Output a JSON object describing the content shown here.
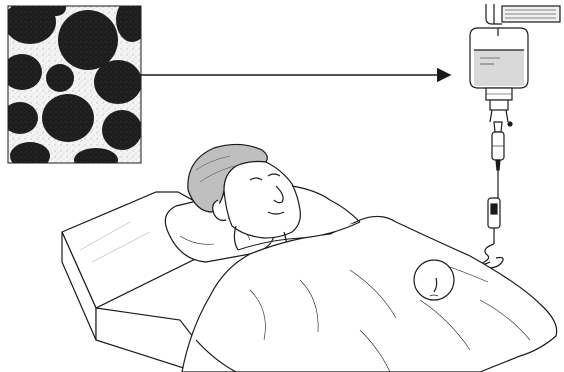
{
  "figure": {
    "type": "medical-illustration",
    "elements": [
      "microscopy-inset",
      "arrow",
      "iv-drip-bag",
      "iv-tubing",
      "patient",
      "bed",
      "blanket",
      "port-site"
    ],
    "colors": {
      "line": "#1a1a1a",
      "paper": "#ffffff",
      "inset_background": "#f2f2f2",
      "inset_cells": "#1f1f1f"
    }
  }
}
